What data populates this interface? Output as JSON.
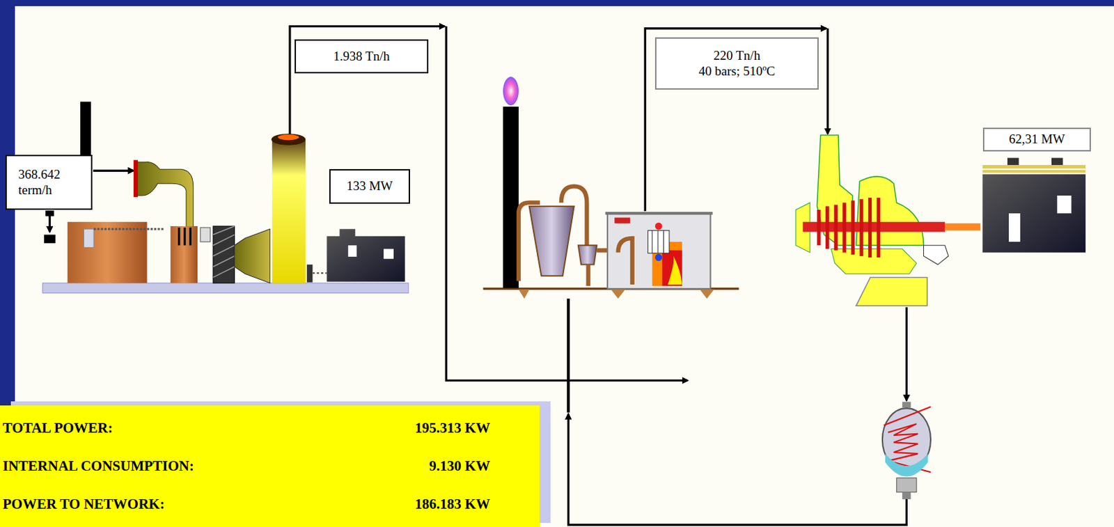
{
  "diagram": {
    "nodes": [
      {
        "text": [
          "368.642 term/h"
        ]
      },
      {
        "text": [
          "1.938 Tn/h"
        ]
      },
      {
        "text": [
          "133 MW"
        ]
      },
      {
        "text": [
          "220 Tn/h",
          "40 bars; 510ºC"
        ]
      },
      {
        "text": [
          "62,31 MW"
        ]
      },
      {
        "text": [
          "TOTAL POWER:",
          "195.313 KW",
          "INTERNAL CONSUMPTION:",
          "9.130 KW",
          "POWER TO NETWORK:",
          "186.183 KW"
        ]
      }
    ]
  }
}
